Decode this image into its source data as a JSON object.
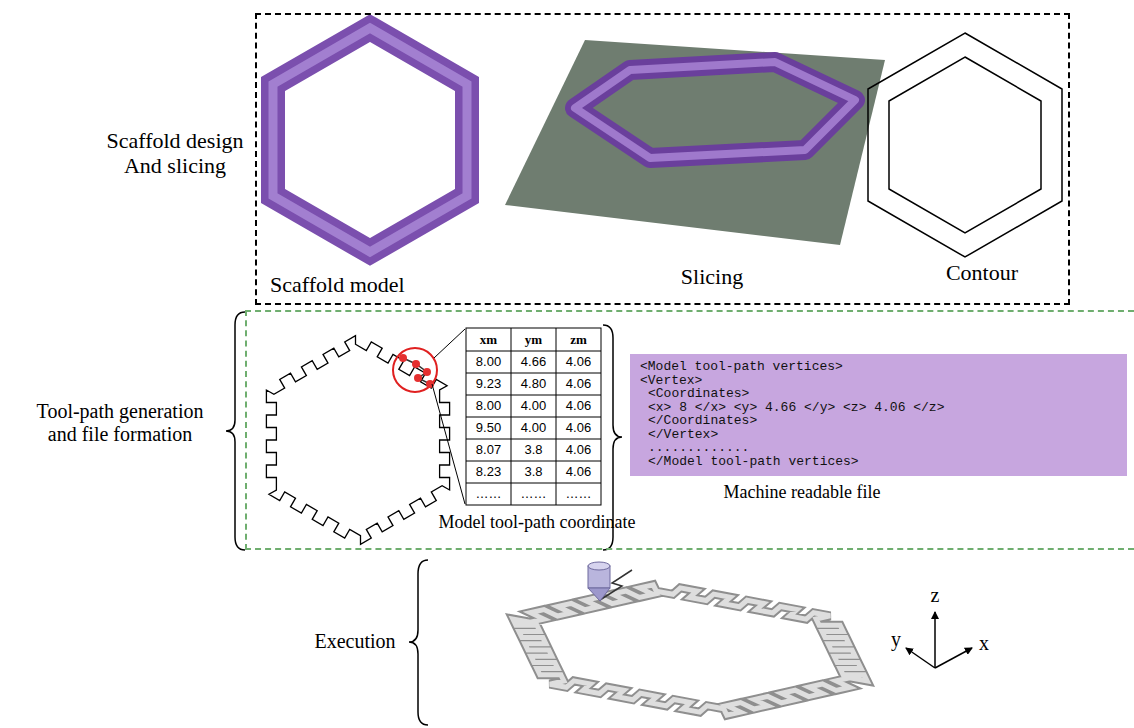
{
  "diagram": {
    "nodes": [
      {
        "text": [
          "Scaffold model",
          "Slicing",
          "Contour"
        ]
      },
      {
        "text": [
          "Model tool-path coordinate"
        ]
      },
      {
        "text": [
          "<Model tool-path vertices>",
          "<Vertex>",
          "<Coordinates>",
          "<x> 8 </x> <y> 4.66 </y> <z> 4.06 </z>",
          "</Coordinates>",
          "</Vertex>",
          ".............",
          "</Model tool-path vertices>",
          "Machine readable file"
        ],
        "in": 1
      }
    ],
    "labels": [
      "Scaffold design And slicing",
      "Tool-path generation and file formation",
      "xm",
      "ym",
      "zm",
      "8.00",
      "4.66",
      "4.06",
      "9.23",
      "4.80",
      "4.06",
      "8.00",
      "4.00",
      "4.06",
      "9.50",
      "4.00",
      "4.06",
      "8.07",
      "3.8",
      "4.06",
      "8.23",
      "3.8",
      "4.06",
      "……",
      "……",
      "……",
      "Execution",
      "y",
      "z",
      "x"
    ]
  }
}
